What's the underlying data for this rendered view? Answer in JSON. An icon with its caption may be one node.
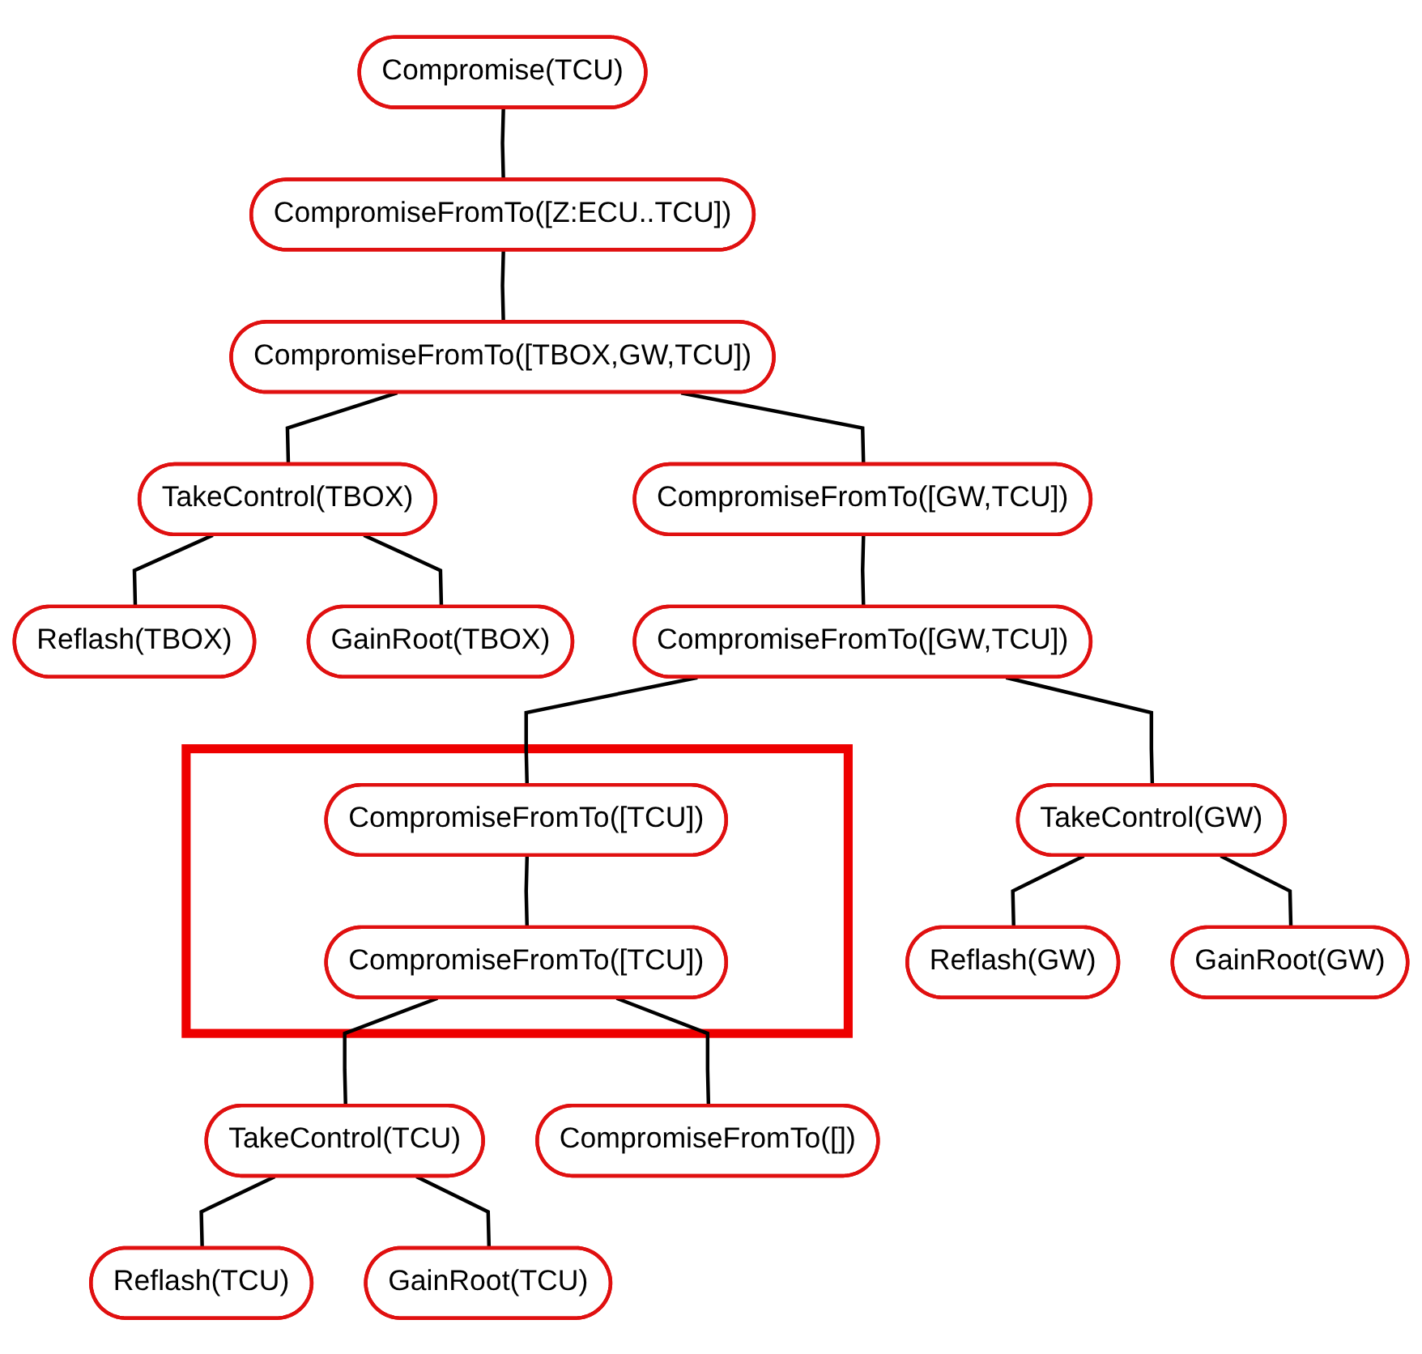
{
  "diagram": {
    "nodes": [
      {
        "text": [
          "Compromise(TCU)"
        ]
      },
      {
        "text": [
          "CompromiseFromTo([Z:ECU..TCU])"
        ]
      },
      {
        "text": [
          "CompromiseFromTo([TBOX,GW,TCU])"
        ]
      },
      {
        "text": [
          "TakeControl(TBOX)"
        ]
      },
      {
        "text": [
          "CompromiseFromTo([GW,TCU])"
        ]
      },
      {
        "text": [
          "Reflash(TBOX)"
        ]
      },
      {
        "text": [
          "GainRoot(TBOX)"
        ]
      },
      {
        "text": [
          "CompromiseFromTo([GW,TCU])"
        ]
      },
      {
        "text": [],
        "shape": "box"
      },
      {
        "text": [
          "TakeControl(GW)"
        ]
      },
      {
        "text": [
          "CompromiseFromTo([TCU])"
        ],
        "in": 8
      },
      {
        "text": [
          "Reflash(GW)"
        ]
      },
      {
        "text": [
          "GainRoot(GW)"
        ]
      },
      {
        "text": [
          "CompromiseFromTo([TCU])"
        ],
        "in": 8
      },
      {
        "text": [
          "TakeControl(TCU)"
        ]
      },
      {
        "text": [
          "CompromiseFromTo([])"
        ]
      },
      {
        "text": [
          "Reflash(TCU)"
        ]
      },
      {
        "text": [
          "GainRoot(TCU)"
        ]
      }
    ],
    "edges": [
      {
        "from": 0,
        "to": 1,
        "arrow": "none"
      },
      {
        "from": 1,
        "to": 2,
        "arrow": "none"
      },
      {
        "from": 2,
        "to": 3,
        "arrow": "none"
      },
      {
        "from": 2,
        "to": 4,
        "arrow": "none"
      },
      {
        "from": 3,
        "to": 5,
        "arrow": "none"
      },
      {
        "from": 3,
        "to": 6,
        "arrow": "none"
      },
      {
        "from": 4,
        "to": 7,
        "arrow": "none"
      },
      {
        "from": 7,
        "to": 9,
        "arrow": "none"
      },
      {
        "from": 7,
        "to": 10,
        "arrow": "none"
      },
      {
        "from": 9,
        "to": 11,
        "arrow": "none"
      },
      {
        "from": 9,
        "to": 12,
        "arrow": "none"
      },
      {
        "from": 10,
        "to": 13,
        "arrow": "none"
      },
      {
        "from": 13,
        "to": 14,
        "arrow": "none"
      },
      {
        "from": 13,
        "to": 15,
        "arrow": "none"
      },
      {
        "from": 14,
        "to": 16,
        "arrow": "none"
      },
      {
        "from": 14,
        "to": 17,
        "arrow": "none"
      }
    ]
  }
}
